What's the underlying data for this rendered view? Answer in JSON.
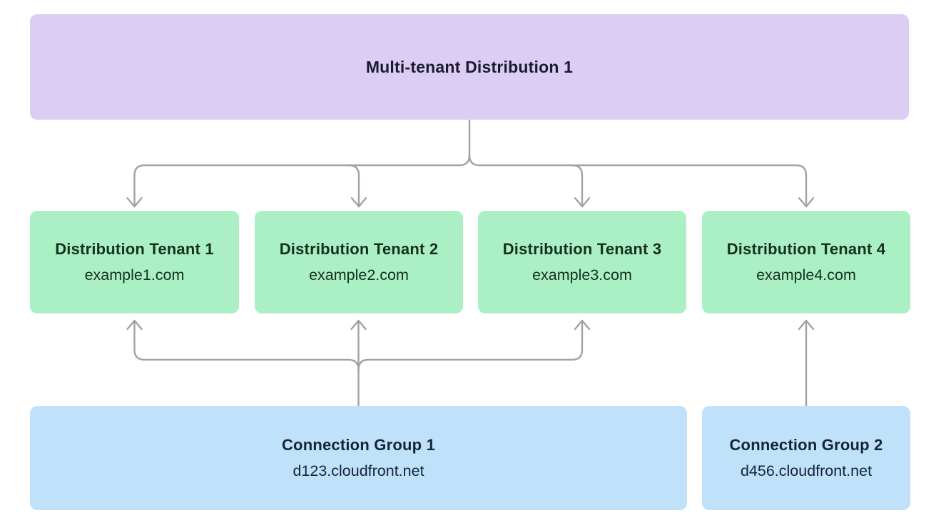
{
  "diagram": {
    "distribution": {
      "label": "Multi-tenant Distribution 1"
    },
    "tenants": [
      {
        "label": "Distribution Tenant 1",
        "domain": "example1.com"
      },
      {
        "label": "Distribution Tenant 2",
        "domain": "example2.com"
      },
      {
        "label": "Distribution Tenant 3",
        "domain": "example3.com"
      },
      {
        "label": "Distribution Tenant 4",
        "domain": "example4.com"
      }
    ],
    "connection_groups": [
      {
        "label": "Connection Group 1",
        "domain": "d123.cloudfront.net"
      },
      {
        "label": "Connection Group 2",
        "domain": "d456.cloudfront.net"
      }
    ],
    "edges": [
      {
        "from": "Multi-tenant Distribution 1",
        "to": [
          "Distribution Tenant 1",
          "Distribution Tenant 2",
          "Distribution Tenant 3",
          "Distribution Tenant 4"
        ]
      },
      {
        "from": "Connection Group 1",
        "to": [
          "Distribution Tenant 1",
          "Distribution Tenant 2",
          "Distribution Tenant 3"
        ]
      },
      {
        "from": "Connection Group 2",
        "to": [
          "Distribution Tenant 4"
        ]
      }
    ],
    "colors": {
      "distribution": "#dccdf5",
      "tenant": "#abefc4",
      "connection_group": "#bfe1fa",
      "arrow": "#a3a3a3",
      "text": "#1a1a26"
    }
  }
}
